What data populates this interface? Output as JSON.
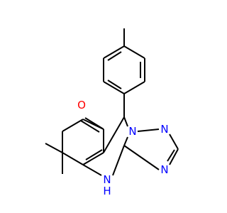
{
  "molecule": {
    "colors": {
      "bond": "#000000",
      "carbon": "#000000",
      "oxygen": "#ff0000",
      "nitrogen": "#0000ff"
    },
    "atoms": [
      {
        "id": "O",
        "element": "O",
        "label": "O"
      },
      {
        "id": "N1",
        "element": "N",
        "label": "N"
      },
      {
        "id": "N2",
        "element": "N",
        "label": "N"
      },
      {
        "id": "N3",
        "element": "N",
        "label": "N"
      },
      {
        "id": "NH",
        "element": "N",
        "label": "N"
      },
      {
        "id": "H",
        "element": "H",
        "label": "H"
      }
    ],
    "bond_count": 26
  }
}
